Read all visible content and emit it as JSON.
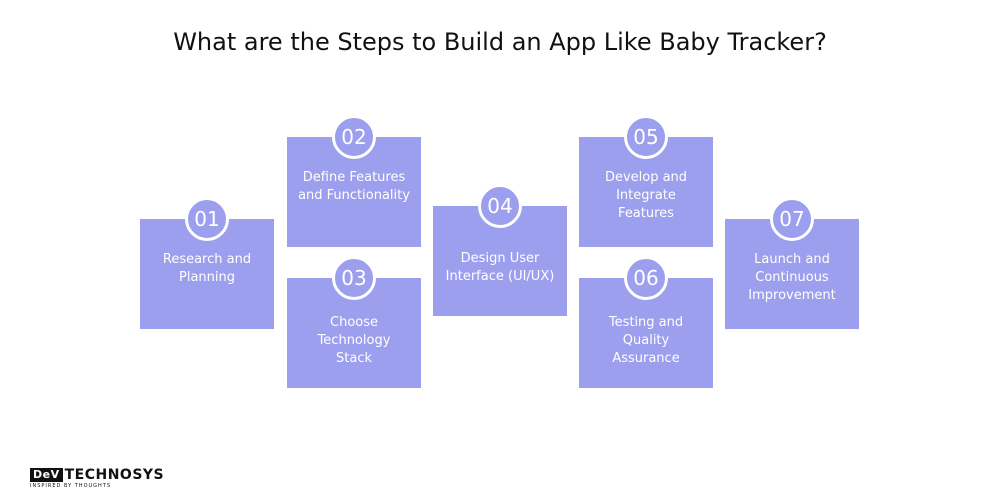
{
  "title": "What are the Steps to Build an App Like Baby Tracker?",
  "steps": [
    {
      "number": "01",
      "label": "Research and Planning"
    },
    {
      "number": "02",
      "label": "Define Features and Functionality"
    },
    {
      "number": "03",
      "label": "Choose Technology Stack"
    },
    {
      "number": "04",
      "label": "Design User Interface (UI/UX)"
    },
    {
      "number": "05",
      "label": "Develop and Integrate Features"
    },
    {
      "number": "06",
      "label": "Testing and Quality Assurance"
    },
    {
      "number": "07",
      "label": "Launch and Continuous Improvement"
    }
  ],
  "logo": {
    "dev": "DeV",
    "name": "TECHNOSYS",
    "tagline": "INSPIRED BY THOUGHTS"
  },
  "colors": {
    "box": "#9b9fed",
    "text": "#ffffff"
  }
}
